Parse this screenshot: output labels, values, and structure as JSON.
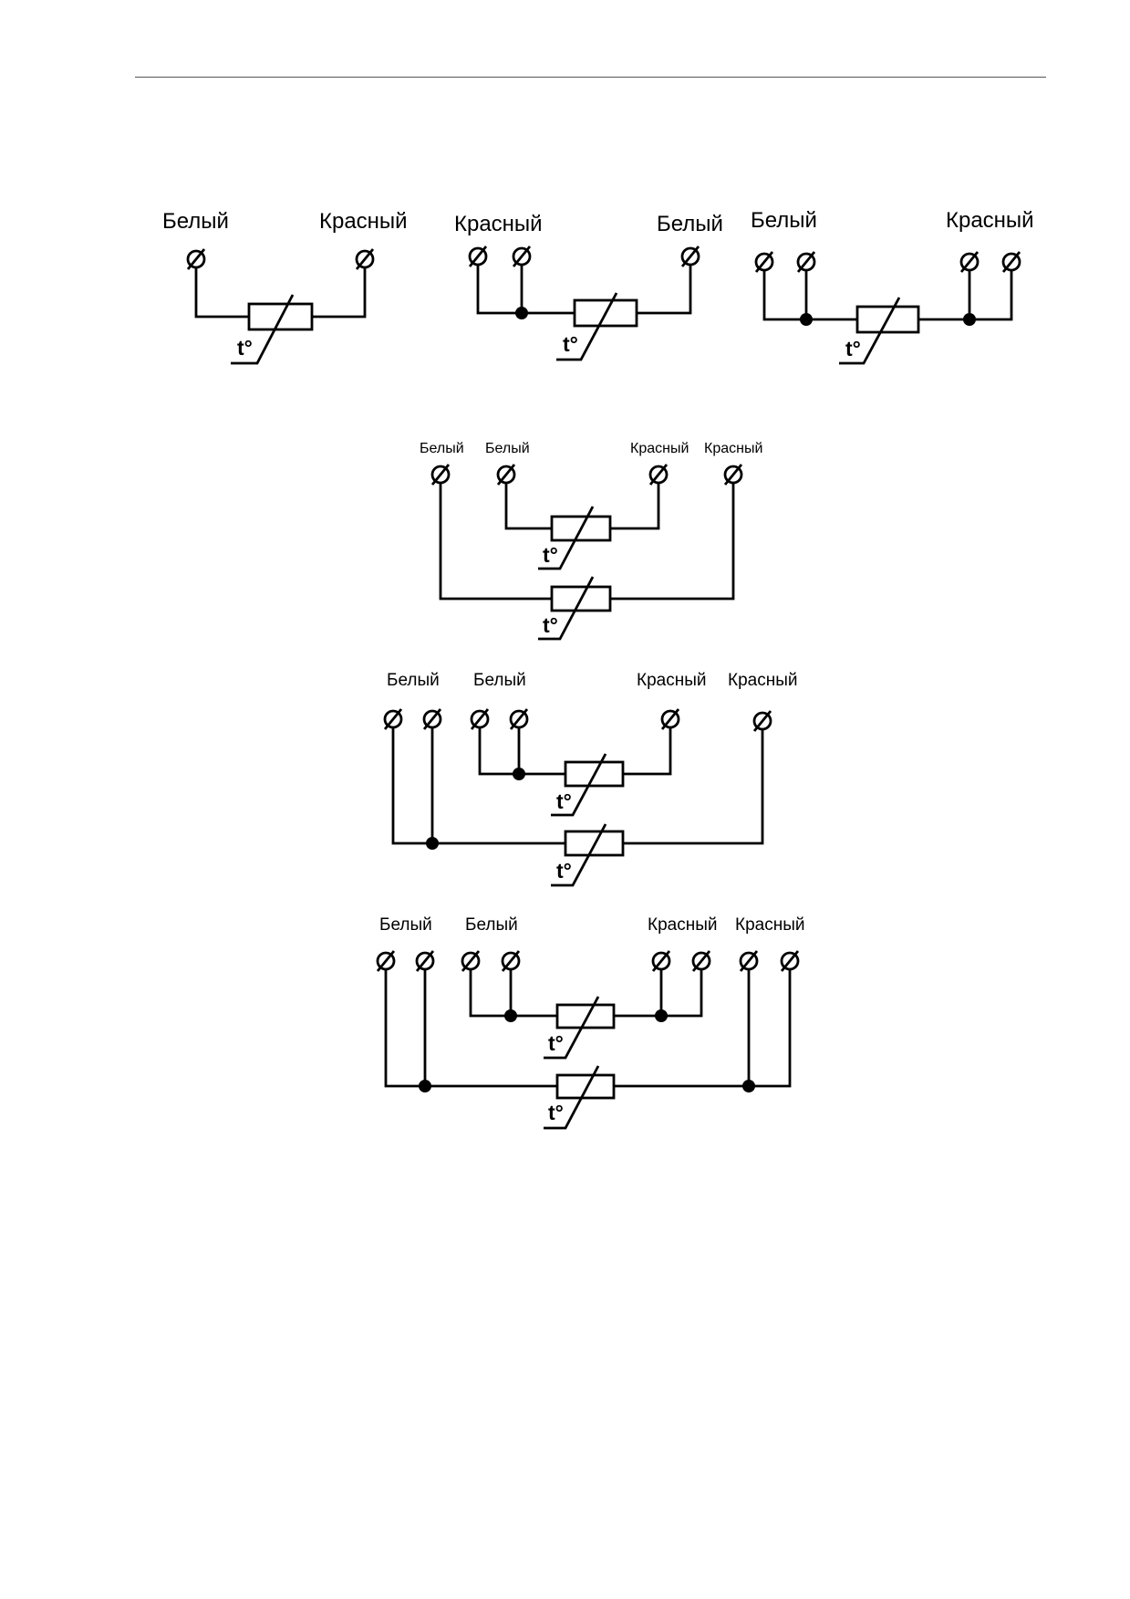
{
  "diagrams": [
    {
      "labels": [
        "Белый",
        "Красный"
      ],
      "temp_symbol": "t°"
    },
    {
      "labels": [
        "Красный",
        "Белый"
      ],
      "temp_symbol": "t°"
    },
    {
      "labels": [
        "Белый",
        "Красный"
      ],
      "temp_symbol": "t°"
    },
    {
      "labels": [
        "Белый",
        "Белый",
        "Красный",
        "Красный"
      ],
      "temp_symbol": "t°"
    },
    {
      "labels": [
        "Белый",
        "Белый",
        "Красный",
        "Красный"
      ],
      "temp_symbol": "t°"
    },
    {
      "labels": [
        "Белый",
        "Белый",
        "Красный",
        "Красный"
      ],
      "temp_symbol": "t°"
    }
  ],
  "colors": {
    "line": "#000000",
    "background": "#ffffff",
    "rule": "#555555"
  }
}
